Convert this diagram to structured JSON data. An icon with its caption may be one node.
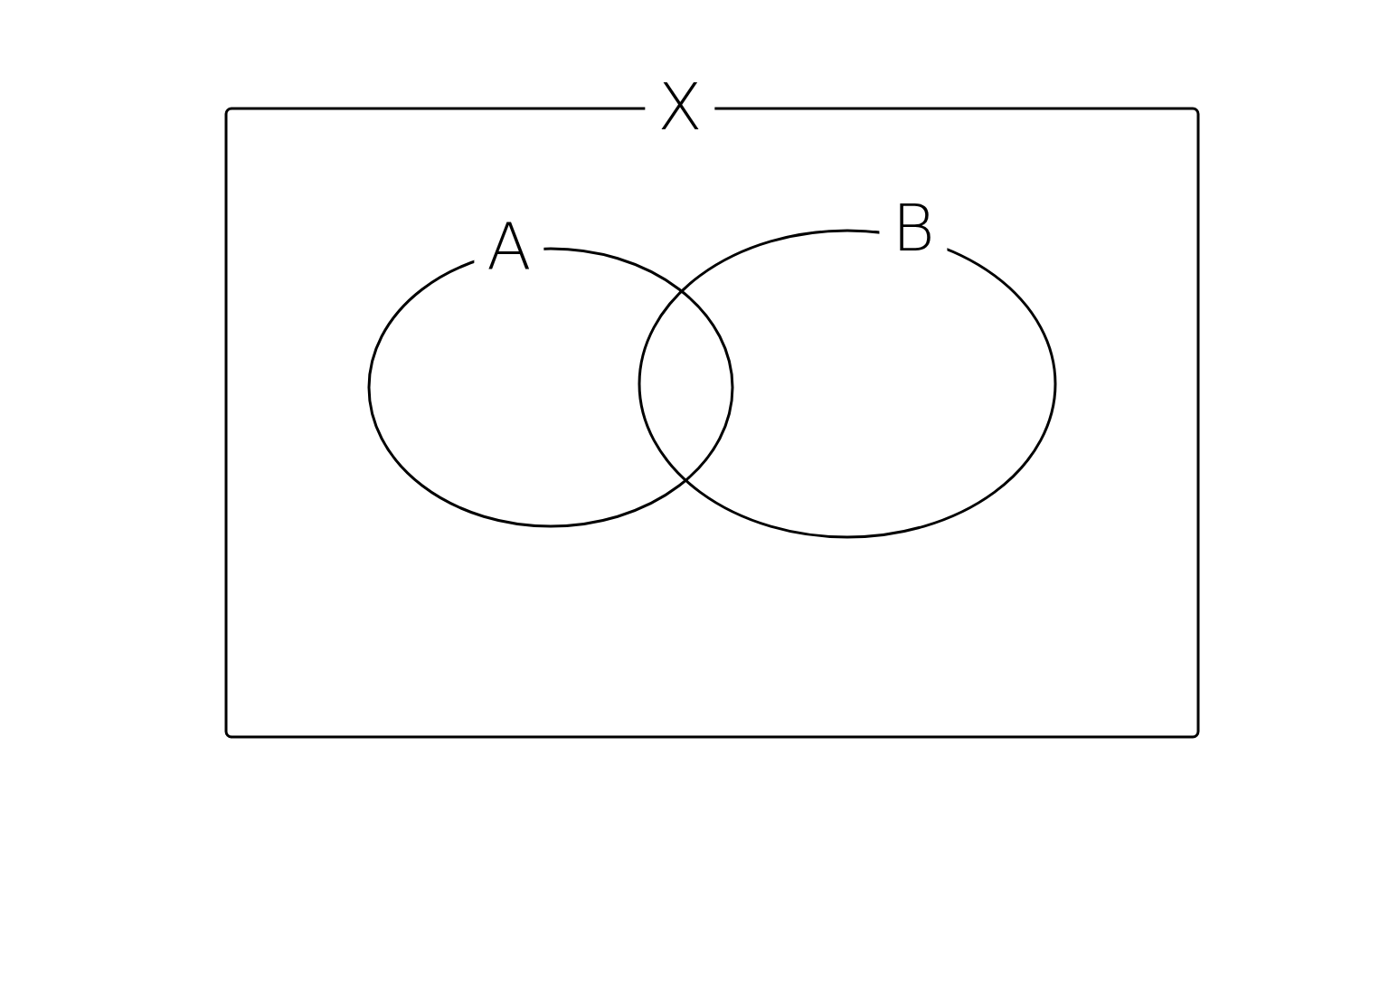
{
  "diagram": {
    "nodes": [
      {
        "text": [
          "X"
        ]
      },
      {
        "text": [
          "A"
        ],
        "in": 0
      },
      {
        "text": [
          "B"
        ],
        "in": 0
      }
    ]
  }
}
